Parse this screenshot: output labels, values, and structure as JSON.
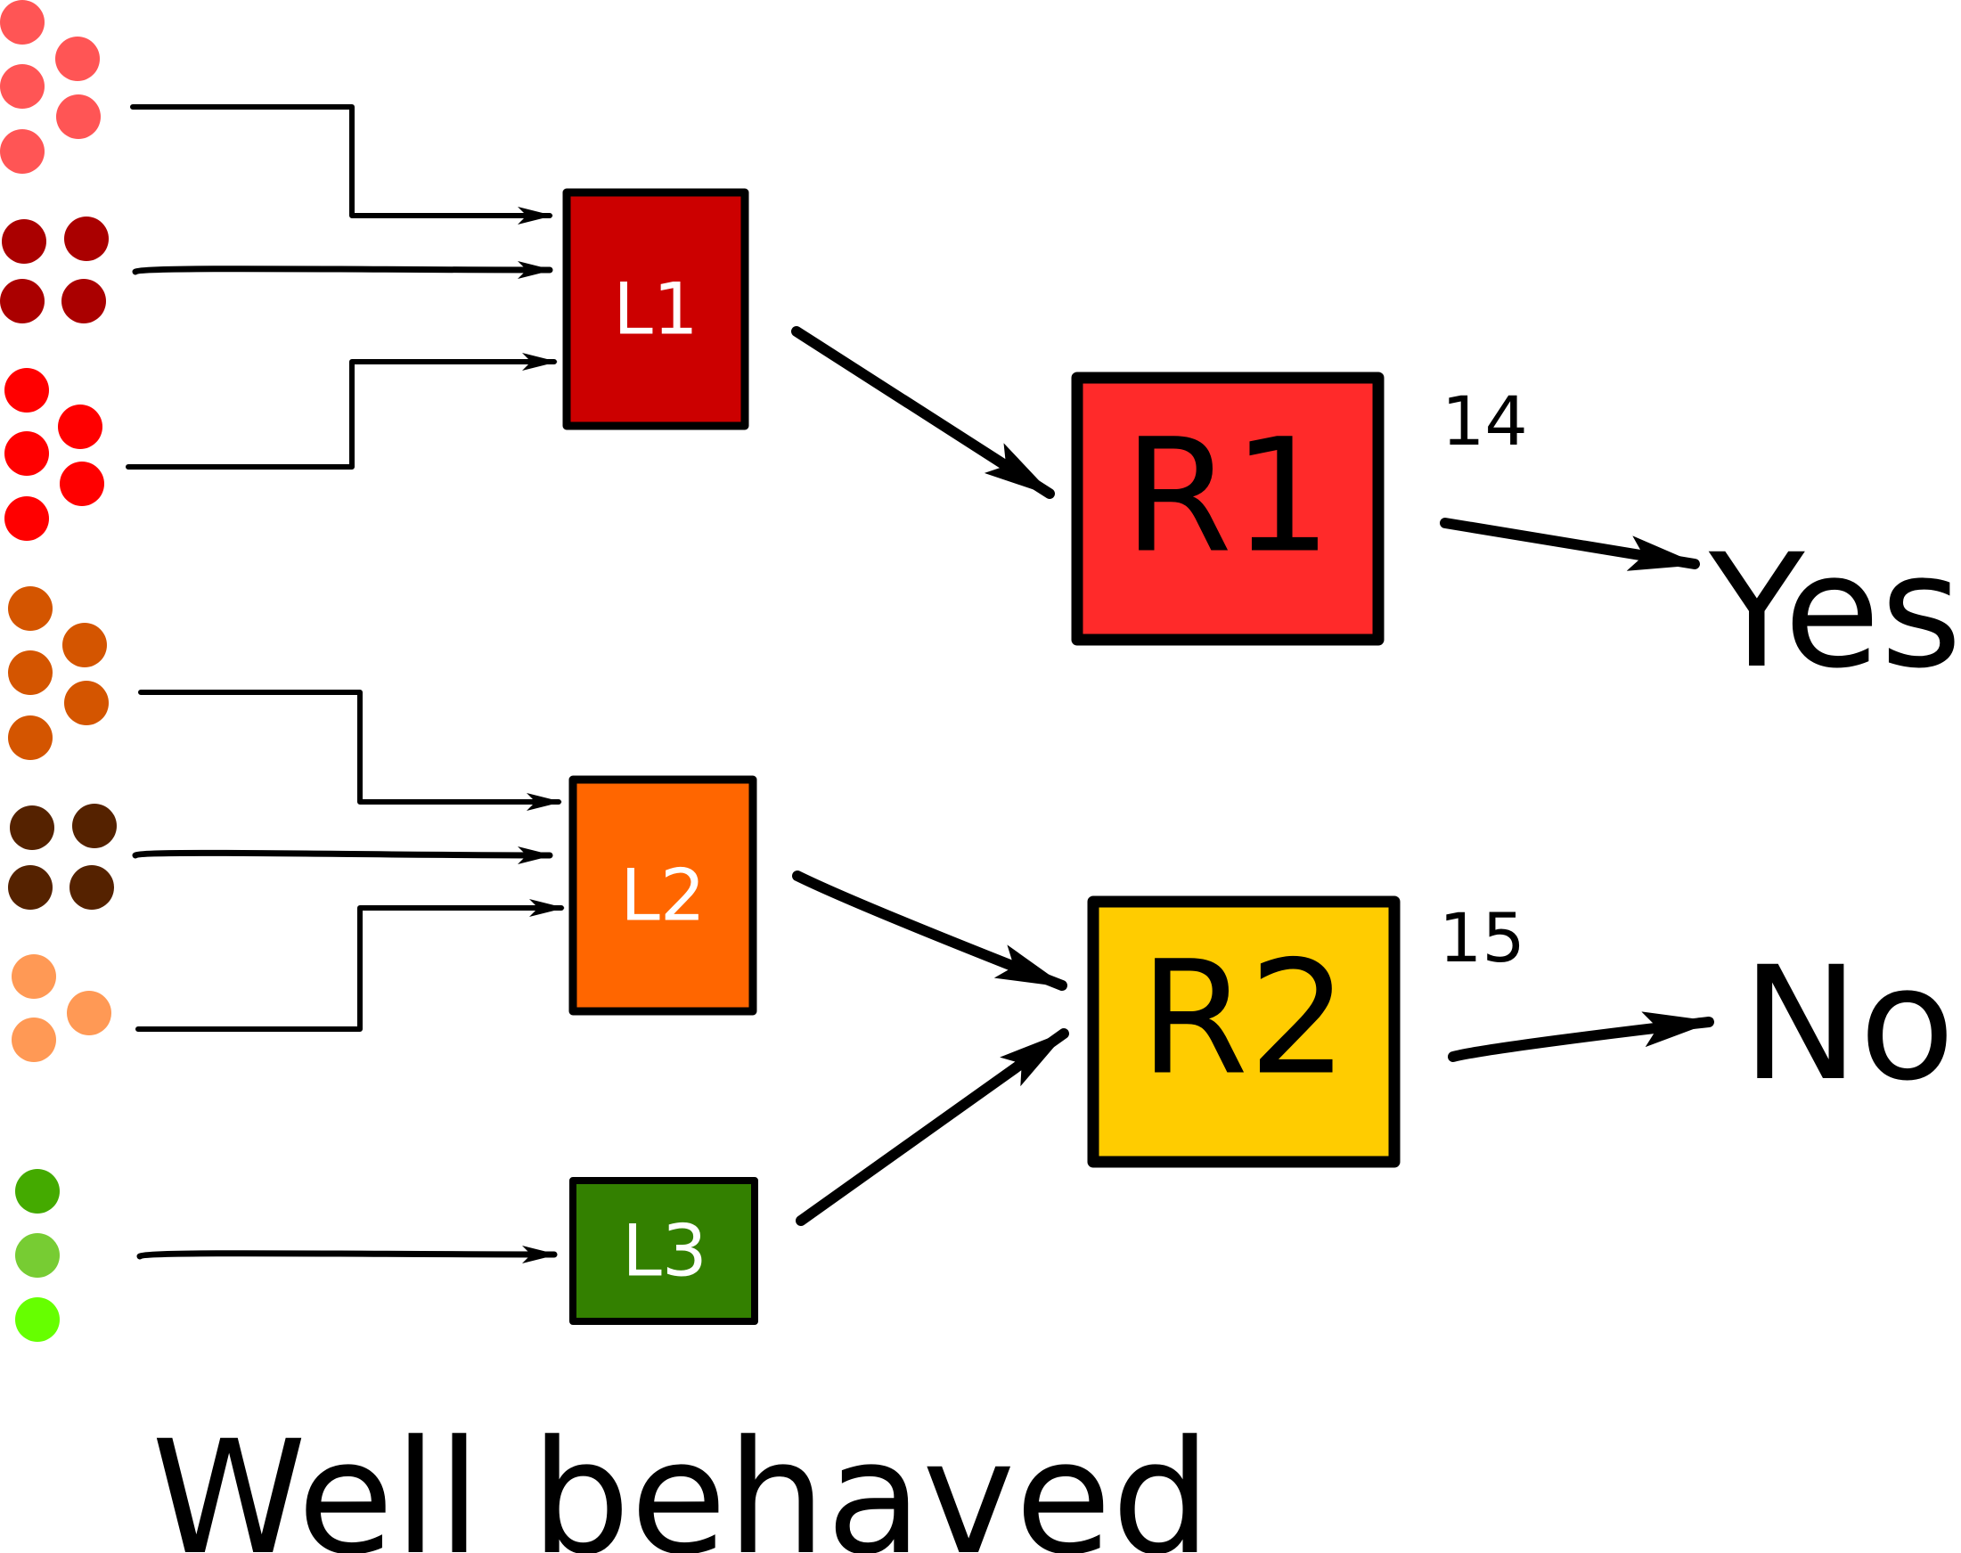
{
  "nodes": {
    "l1": {
      "label": "L1",
      "fill": "#cc0000",
      "text_color": "#ffffff"
    },
    "l2": {
      "label": "L2",
      "fill": "#ff6600",
      "text_color": "#ffffff"
    },
    "l3": {
      "label": "L3",
      "fill": "#338000",
      "text_color": "#ffffff"
    },
    "r1": {
      "label": "R1",
      "fill": "#ff2a2a",
      "text_color": "#000000",
      "superscript": "14"
    },
    "r2": {
      "label": "R2",
      "fill": "#ffcc00",
      "text_color": "#000000",
      "superscript": "15"
    }
  },
  "outcomes": {
    "yes": "Yes",
    "no": "No"
  },
  "caption": "Well behaved",
  "dot_groups": [
    {
      "name": "group-1",
      "color": "#ff5555",
      "count": 5
    },
    {
      "name": "group-2",
      "color": "#aa0000",
      "count": 4
    },
    {
      "name": "group-3",
      "color": "#ff0000",
      "count": 5
    },
    {
      "name": "group-4",
      "color": "#d45500",
      "count": 5
    },
    {
      "name": "group-5",
      "color": "#552200",
      "count": 4
    },
    {
      "name": "group-6",
      "color": "#ff9955",
      "count": 3
    },
    {
      "name": "group-7",
      "colors": [
        "#44aa00",
        "#77cc33",
        "#66ff00"
      ],
      "count": 3
    }
  ]
}
